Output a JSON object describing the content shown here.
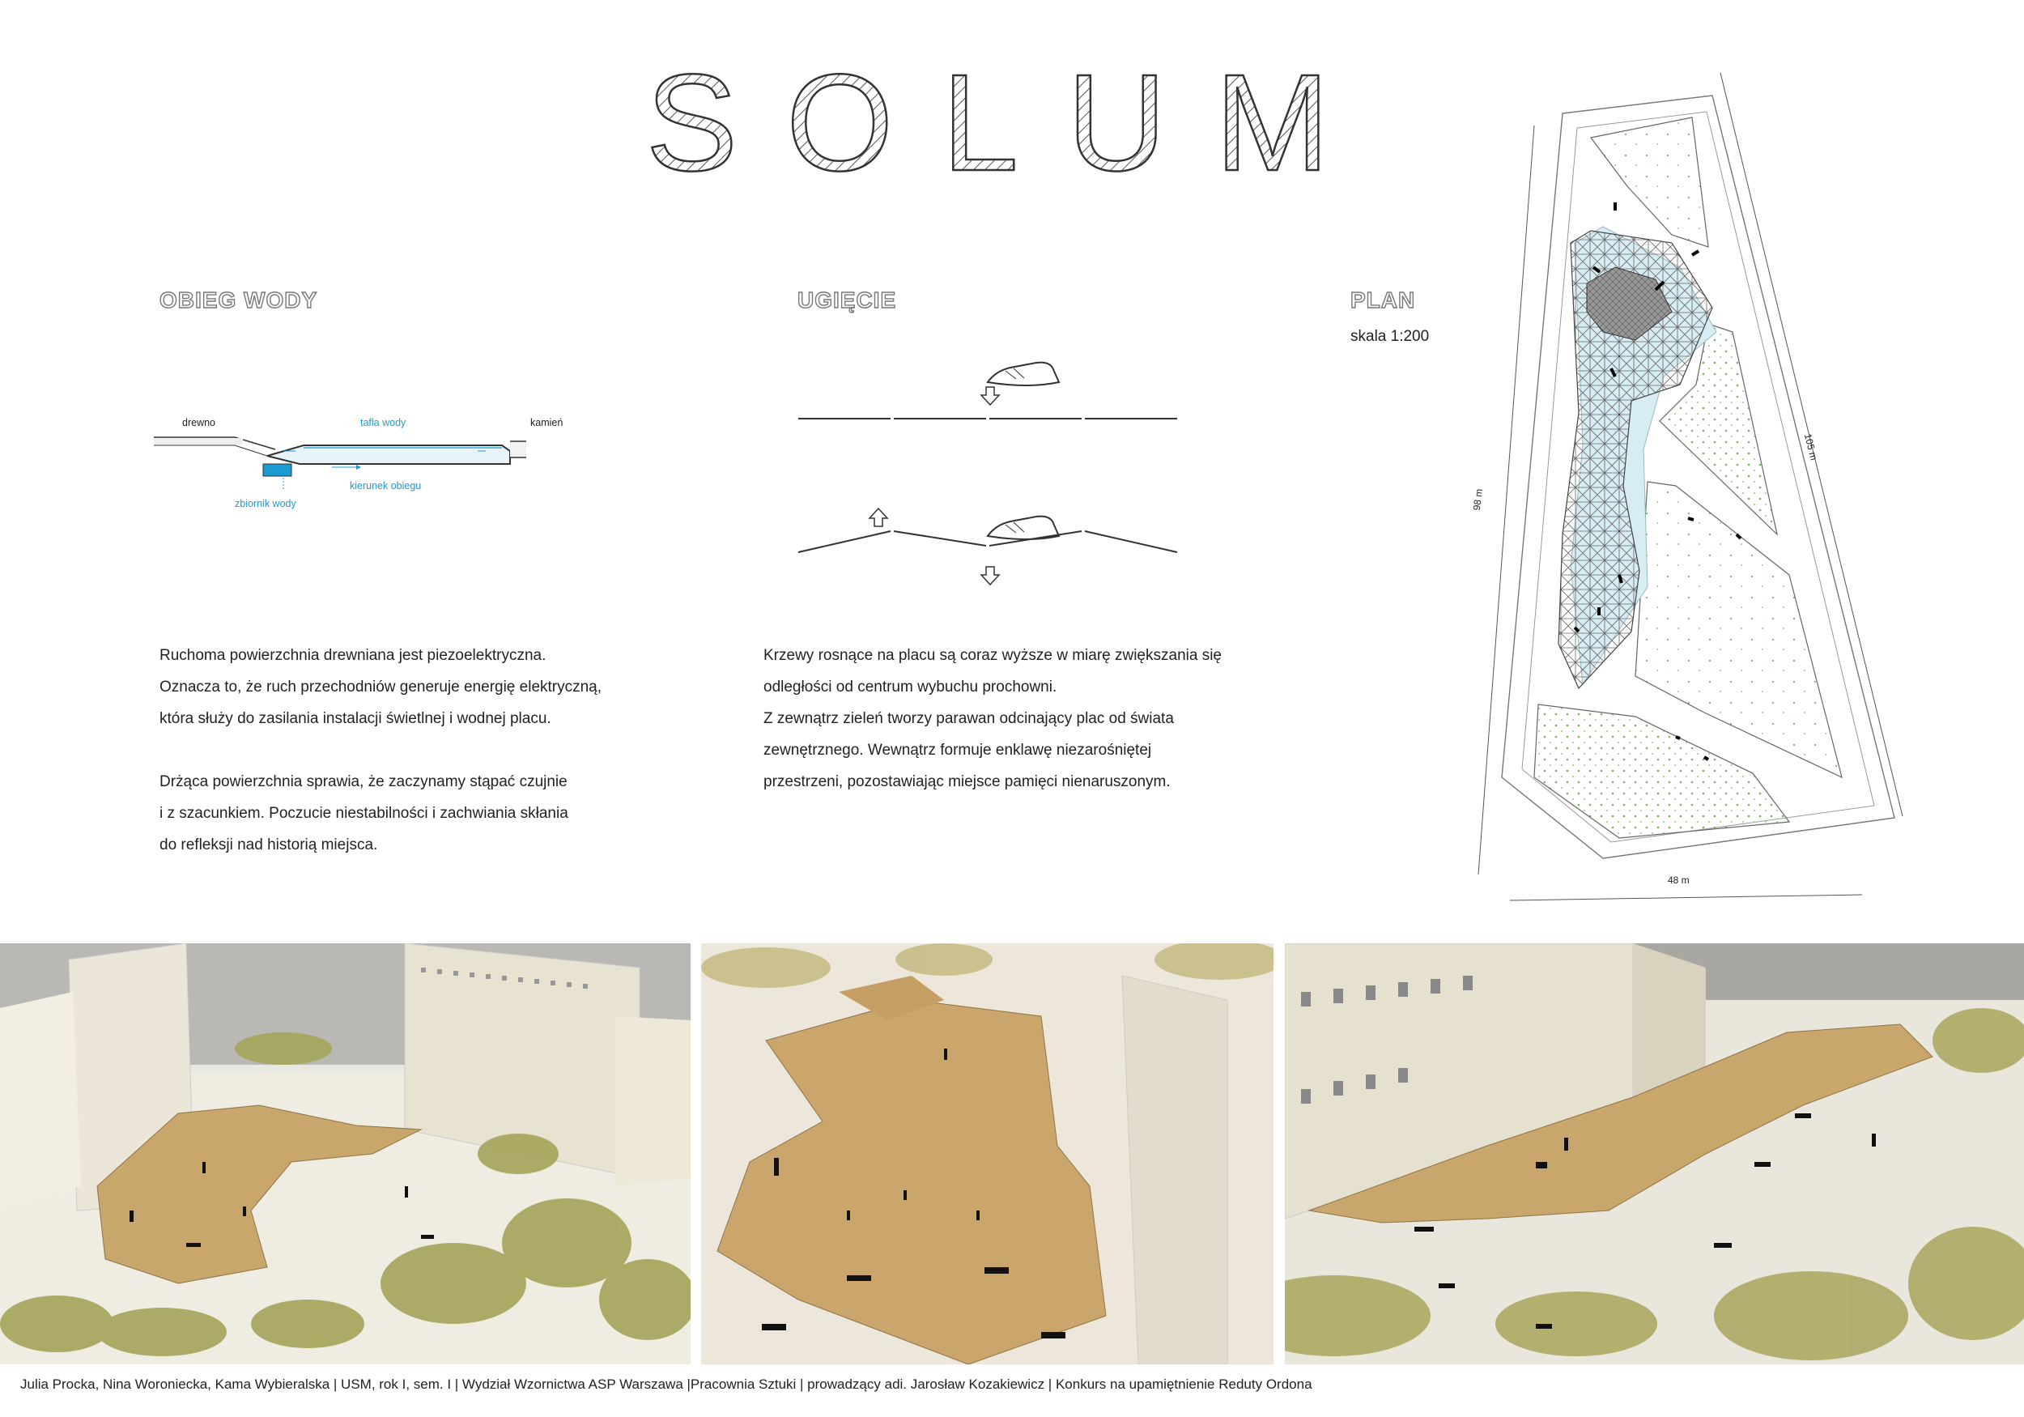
{
  "title": "SOLUM",
  "sections": {
    "water": {
      "heading": "OBIEG WODY"
    },
    "deflection": {
      "heading": "UGIĘCIE"
    },
    "plan": {
      "heading": "PLAN",
      "scale": "skala 1:200"
    }
  },
  "water_diagram": {
    "label_wood": "drewno",
    "label_water_surface": "tafla wody",
    "label_stone": "kamień",
    "label_circulation": "kierunek obiegu",
    "label_tank": "zbiornik wody"
  },
  "plan_dimensions": {
    "left": "98 m",
    "right": "105 m",
    "bottom": "48 m"
  },
  "text_left": {
    "p1": [
      "Ruchoma powierzchnia drewniana jest piezoelektryczna.",
      "Oznacza to, że ruch przechodniów generuje energię elektryczną,",
      "która służy do zasilania instalacji świetlnej i wodnej placu."
    ],
    "p2": [
      "Drżąca powierzchnia sprawia, że zaczynamy stąpać czujnie",
      "i z szacunkiem. Poczucie niestabilności i zachwiania skłania",
      "do refleksji nad historią miejsca."
    ]
  },
  "text_middle": {
    "p1": [
      "Krzewy rosnące na placu są coraz wyższe w miarę zwiększania się",
      "odległości od centrum wybuchu prochowni.",
      "Z zewnątrz zieleń tworzy parawan odcinający plac od świata",
      "zewnętrznego. Wewnątrz formuje enklawę niezarośniętej",
      "przestrzeni, pozostawiając miejsce pamięci nienaruszonym."
    ]
  },
  "footer": "Julia Procka, Nina Woroniecka, Kama Wybieralska | USM, rok I, sem. I | Wydział Wzornictwa ASP Warszawa |Pracownia Sztuki | prowadzący adi. Jarosław Kozakiewicz | Konkurs na upamiętnienie Reduty Ordona",
  "colors": {
    "accent_blue": "#1b9bd0",
    "wood": "#c9a66b",
    "green": "#7fb069",
    "water_light": "#d8ecf3"
  }
}
